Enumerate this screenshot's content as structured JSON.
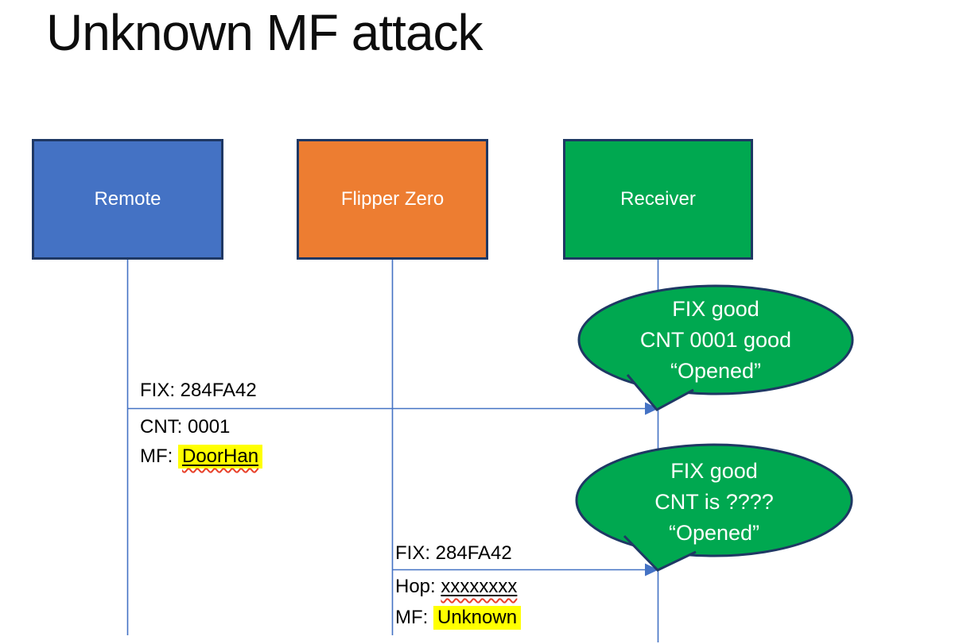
{
  "slide": {
    "title": "Unknown MF attack"
  },
  "actors": [
    {
      "label": "Remote"
    },
    {
      "label": "Flipper Zero"
    },
    {
      "label": "Receiver"
    }
  ],
  "messages": {
    "m1": {
      "fix": "FIX: 284FA42",
      "cnt": "CNT: 0001",
      "mf_prefix": "MF: ",
      "mf_value": "DoorHan"
    },
    "m2": {
      "fix": "FIX: 284FA42",
      "hop_prefix": "Hop: ",
      "hop_value": "xxxxxxxx",
      "mf_prefix": "MF: ",
      "mf_value": "Unknown"
    }
  },
  "callouts": {
    "c1": {
      "line1": "FIX good",
      "line2": "CNT 0001 good",
      "line3": "“Opened”"
    },
    "c2": {
      "line1": "FIX good",
      "line2": "CNT is ????",
      "line3": "“Opened”"
    }
  },
  "colors": {
    "remote_fill": "#4472C4",
    "flipper_fill": "#ED7D31",
    "receiver_fill": "#00A850",
    "callout_fill": "#00A850",
    "shape_border": "#1F3864",
    "line_blue": "#4472C4",
    "highlight_yellow": "#FFFF00",
    "spellcheck_red": "#E8412C",
    "text_dark": "#000000",
    "text_light": "#FFFFFF"
  }
}
